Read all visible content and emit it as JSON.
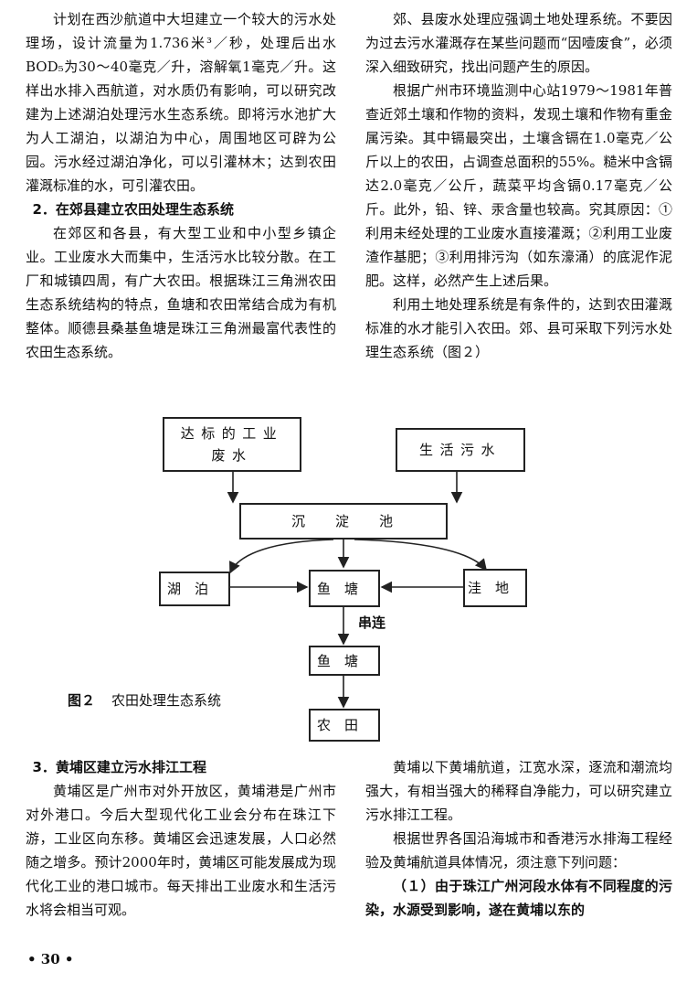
{
  "top_left": {
    "paragraphs": [
      "计划在西沙航道中大坦建立一个较大的污水处理场，设计流量为1.736米³／秒，处理后出水BOD₅为30～40毫克／升，溶解氧1毫克／升。这样出水排入西航道，对水质仍有影响，可以研究改建为上述湖泊处理污水生态系统。即将污水池扩大为人工湖泊，以湖泊为中心，周围地区可辟为公园。污水经过湖泊净化，可以引灌林木；达到农田灌溉标准的水，可引灌农田。"
    ],
    "heading": "2．在郊县建立农田处理生态系统",
    "paragraphs2": [
      "在郊区和各县，有大型工业和中小型乡镇企业。工业废水大而集中，生活污水比较分散。在工厂和城镇四周，有广大农田。根据珠江三角洲农田生态系统结构的特点，鱼塘和农田常结合成为有机整体。顺德县桑基鱼塘是珠江三角洲最富代表性的农田生态系统。"
    ]
  },
  "top_right": {
    "lead": "郊、县废水处理应强调土地处理系统。不要因为过去污水灌溉存在某些问题而“因噎废食”，必须深入细致研究，找出问题产生的原因。",
    "paragraphs": [
      "根据广州市环境监测中心站1979～1981年普查近郊土壤和作物的资料，发现土壤和作物有重金属污染。其中镉最突出，土壤含镉在1.0毫克／公斤以上的农田，占调查总面积的55%。糙米中含镉达2.0毫克／公斤，蔬菜平均含镉0.17毫克／公斤。此外，铅、锌、汞含量也较高。究其原因：①利用未经处理的工业废水直接灌溉；②利用工业废渣作基肥；③利用排污沟（如东濠涌）的底泥作泥肥。这样，必然产生上述后果。",
      "利用土地处理系统是有条件的，达到农田灌溉标准的水才能引入农田。郊、县可采取下列污水处理生态系统（图２）"
    ]
  },
  "diagram": {
    "nodes": {
      "industrial": "达标的工业废水",
      "domestic": "生活污水",
      "sedimentation": "沉淀池",
      "lake": "湖泊",
      "fishpond1": "鱼塘",
      "lowland": "洼地",
      "fishpond2": "鱼塘",
      "farmland": "农田"
    },
    "series_label": "串连"
  },
  "caption": {
    "number": "图２",
    "title": "农田处理生态系统"
  },
  "bottom_left": {
    "heading": "3．黄埔区建立污水排江工程",
    "paragraphs": [
      "黄埔区是广州市对外开放区，黄埔港是广州市对外港口。今后大型现代化工业会分布在珠江下游，工业区向东移。黄埔区会迅速发展，人口必然随之增多。预计2000年时，黄埔区可能发展成为现代化工业的港口城市。每天排出工业废水和生活污水将会相当可观。"
    ]
  },
  "bottom_right": {
    "paragraphs": [
      "黄埔以下黄埔航道，江宽水深，逐流和潮流均强大，有相当强大的稀释自净能力，可以研究建立污水排江工程。",
      "根据世界各国沿海城市和香港污水排海工程经验及黄埔航道具体情况，须注意下列问题：",
      "（１）由于珠江广州河段水体有不同程度的污染，水源受到影响，遂在黄埔以东的"
    ]
  },
  "page_number": "• 30 •"
}
